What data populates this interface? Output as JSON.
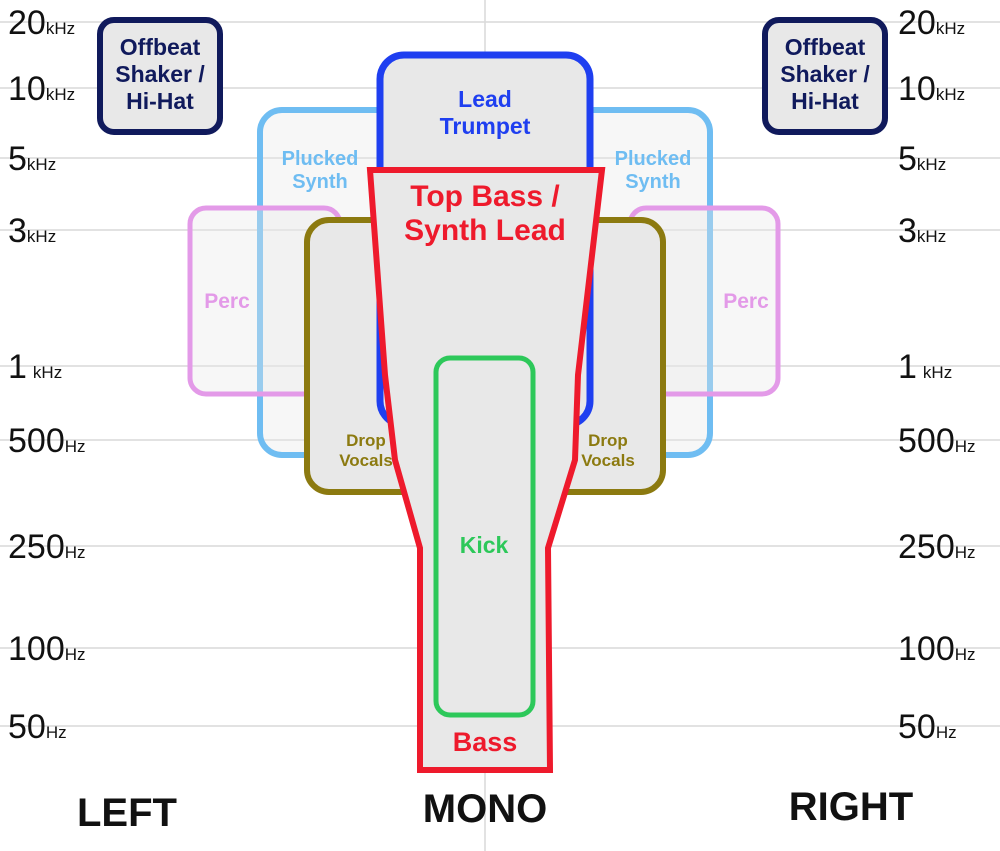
{
  "frequency_labels": {
    "f20k": {
      "num": "20",
      "unit": "kHz"
    },
    "f10k": {
      "num": "10",
      "unit": "kHz"
    },
    "f5k": {
      "num": "5",
      "unit": "kHz"
    },
    "f3k": {
      "num": "3",
      "unit": "kHz"
    },
    "f1k": {
      "num": "1",
      "unit": "kHz"
    },
    "f500": {
      "num": "500",
      "unit": "Hz"
    },
    "f250": {
      "num": "250",
      "unit": "Hz"
    },
    "f100": {
      "num": "100",
      "unit": "Hz"
    },
    "f50": {
      "num": "50",
      "unit": "Hz"
    }
  },
  "positions": {
    "left": "LEFT",
    "mono": "MONO",
    "right": "RIGHT"
  },
  "instruments": {
    "hihat": {
      "line1": "Offbeat",
      "line2": "Shaker /",
      "line3": "Hi-Hat",
      "color": "#101a5c"
    },
    "plucked": {
      "line1": "Plucked",
      "line2": "Synth",
      "color": "#6fbdf2"
    },
    "perc": {
      "label": "Perc",
      "color": "#e39ae8"
    },
    "vocals": {
      "line1": "Drop",
      "line2": "Vocals",
      "color": "#8c7a10"
    },
    "trumpet": {
      "line1": "Lead",
      "line2": "Trumpet",
      "color": "#1f3ff0"
    },
    "topbass": {
      "line1": "Top Bass /",
      "line2": "Synth Lead",
      "color": "#ee1a2c"
    },
    "kick": {
      "label": "Kick",
      "color": "#2dc85a"
    },
    "bass": {
      "label": "Bass",
      "color": "#ee1a2c"
    }
  },
  "colors": {
    "box_fill": "#e8e8e8",
    "gridline": "#d9d9d9",
    "text": "#111111"
  }
}
